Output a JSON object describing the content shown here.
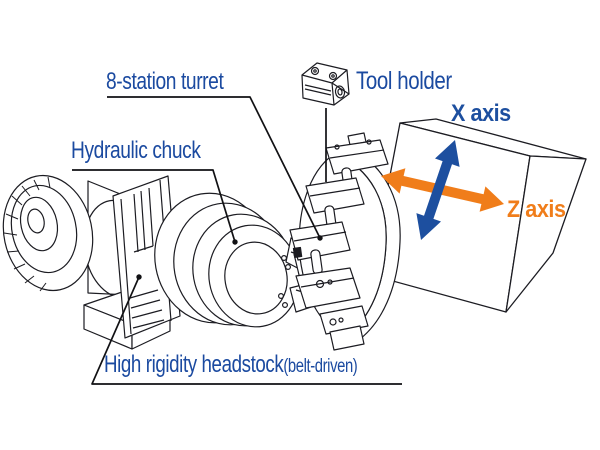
{
  "colors": {
    "background": "#ffffff",
    "line": "#1c1c22",
    "label_blue": "#1b4aa0",
    "x_axis_blue": "#1d4f9f",
    "z_axis_orange": "#f07d1a"
  },
  "labels": {
    "turret": "8-station turret",
    "tool_holder": "Tool holder",
    "chuck": "Hydraulic chuck",
    "headstock": "High rigidity headstock",
    "headstock_note": "(belt-driven)",
    "x_axis": "X axis",
    "z_axis": "Z axis"
  }
}
